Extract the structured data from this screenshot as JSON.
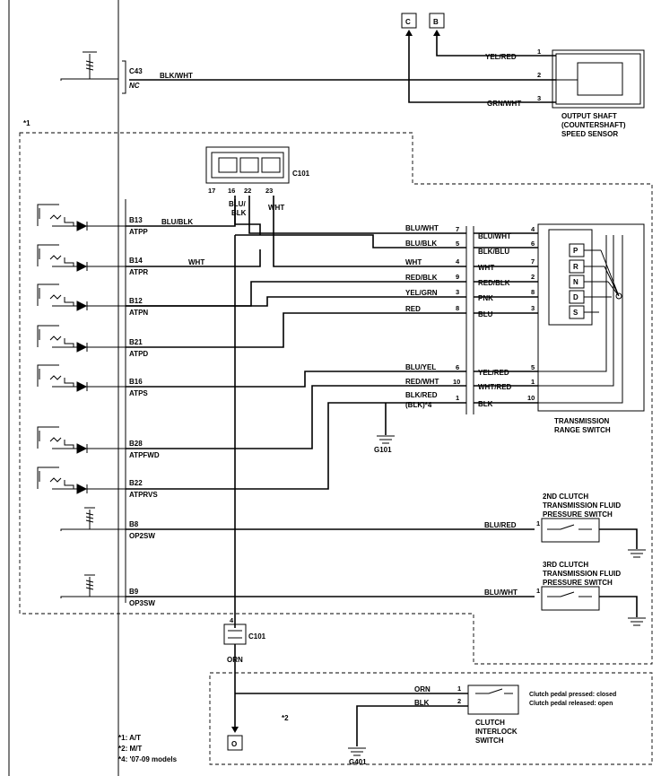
{
  "connectors": {
    "c_label": "C",
    "b_label": "B",
    "c101": "C101",
    "c43": "C43",
    "nc": "NC",
    "o_label": "O"
  },
  "wires": {
    "blk_wht": "BLK/WHT",
    "yel_red": "YEL/RED",
    "grn_wht": "GRN/WHT",
    "blu_blk": "BLU/BLK",
    "blu_blk2": "BLU/",
    "blk2": "BLK",
    "wht": "WHT",
    "blu_wht": "BLU/WHT",
    "blk_blu": "BLK/BLU",
    "red_blk": "RED/BLK",
    "yel_grn": "YEL/GRN",
    "pnk": "PNK",
    "red": "RED",
    "blu": "BLU",
    "blu_yel": "BLU/YEL",
    "yel_red2": "YEL/RED",
    "red_wht": "RED/WHT",
    "wht_red": "WHT/RED",
    "blk_red": "BLK/RED",
    "blk_note": "(BLK)*4",
    "blk": "BLK",
    "blu_red": "BLU/RED",
    "orn": "ORN"
  },
  "ecm_pins": [
    {
      "pin": "B13",
      "name": "ATPP"
    },
    {
      "pin": "B14",
      "name": "ATPR"
    },
    {
      "pin": "B12",
      "name": "ATPN"
    },
    {
      "pin": "B21",
      "name": "ATPD"
    },
    {
      "pin": "B16",
      "name": "ATPS"
    },
    {
      "pin": "B28",
      "name": "ATPFWD"
    },
    {
      "pin": "B22",
      "name": "ATPRVS"
    },
    {
      "pin": "B8",
      "name": "OP2SW"
    },
    {
      "pin": "B9",
      "name": "OP3SW"
    }
  ],
  "c101_pins": [
    "17",
    "16",
    "22",
    "23",
    "4"
  ],
  "sensor_pins": [
    "1",
    "2",
    "3"
  ],
  "mid_pins_left": [
    "7",
    "5",
    "4",
    "9",
    "3",
    "8",
    "6",
    "10",
    "1"
  ],
  "mid_pins_right": [
    "4",
    "6",
    "7",
    "2",
    "8",
    "3",
    "5",
    "1",
    "10"
  ],
  "range_positions": [
    "P",
    "R",
    "N",
    "D",
    "S"
  ],
  "components": {
    "output_shaft": [
      "OUTPUT SHAFT",
      "(COUNTERSHAFT)",
      "SPEED SENSOR"
    ],
    "range_switch": [
      "TRANSMISSION",
      "RANGE SWITCH"
    ],
    "sw2": [
      "2ND CLUTCH",
      "TRANSMISSION FLUID",
      "PRESSURE SWITCH"
    ],
    "sw3": [
      "3RD CLUTCH",
      "TRANSMISSION FLUID",
      "PRESSURE SWITCH"
    ],
    "interlock": [
      "CLUTCH",
      "INTERLOCK",
      "SWITCH"
    ],
    "interlock_note": [
      "Clutch pedal pressed: closed",
      "Clutch pedal released: open"
    ]
  },
  "grounds": {
    "g101": "G101",
    "g401": "G401"
  },
  "pin_labels": {
    "p1": "1",
    "p2": "2"
  },
  "notes": {
    "n1": "*1",
    "n2": "*2"
  },
  "footnotes": [
    "*1: A/T",
    "*2: M/T",
    "*4: '07-09 models"
  ]
}
